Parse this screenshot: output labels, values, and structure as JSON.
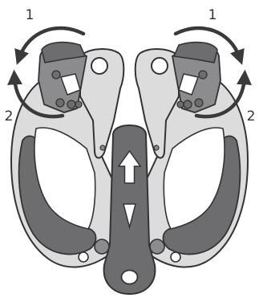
{
  "diagram": {
    "step_labels": {
      "top_left": "1",
      "top_right": "1",
      "bottom_left": "2",
      "bottom_right": "2"
    }
  },
  "colors": {
    "dark": "#6d6d6f",
    "mid": "#8c8c8e",
    "light": "#dcdcdc",
    "outline": "#333333",
    "arrow": "#3a3a3a",
    "white": "#ffffff"
  }
}
